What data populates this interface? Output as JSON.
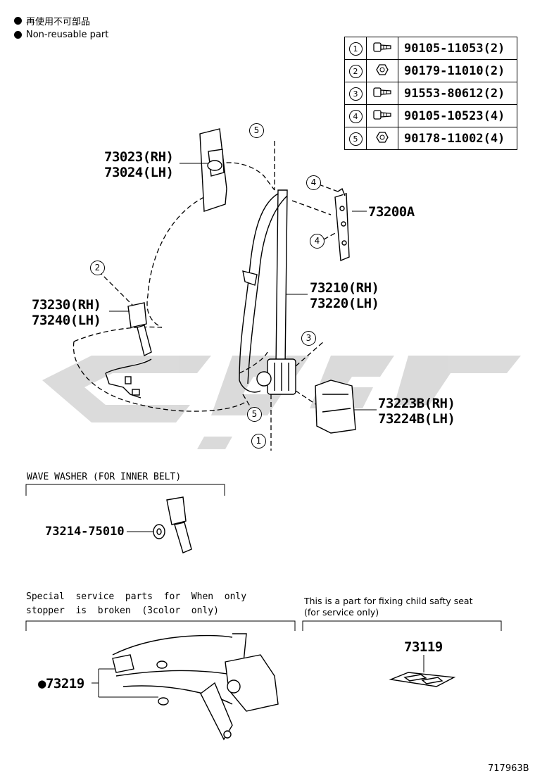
{
  "legend": {
    "line1": "再使用不可部品",
    "line2": "Non-reusable part"
  },
  "fasteners": [
    {
      "index": "1",
      "part_number": "90105-11053(2)",
      "icon": "bolt-icon"
    },
    {
      "index": "2",
      "part_number": "90179-11010(2)",
      "icon": "nut-icon"
    },
    {
      "index": "3",
      "part_number": "91553-80612(2)",
      "icon": "bolt-icon"
    },
    {
      "index": "4",
      "part_number": "90105-10523(4)",
      "icon": "bolt-icon"
    },
    {
      "index": "5",
      "part_number": "90178-11002(4)",
      "icon": "nut-icon"
    }
  ],
  "callouts": {
    "pillar_rh": "73023(RH)",
    "pillar_lh": "73024(LH)",
    "adjuster": "73200A",
    "buckle_rh": "73230(RH)",
    "buckle_lh": "73240(LH)",
    "belt_rh": "73210(RH)",
    "belt_lh": "73220(LH)",
    "cover_rh": "73223B(RH)",
    "cover_lh": "73224B(LH)",
    "ref_5_top": "5",
    "ref_4_top": "4",
    "ref_4_bottom": "4",
    "ref_2": "2",
    "ref_3": "3",
    "ref_5_bottom": "5",
    "ref_1": "1"
  },
  "wave_washer": {
    "title": "WAVE WASHER (FOR INNER BELT)",
    "part_number": "73214-75010"
  },
  "special_service": {
    "line1": "Special  service  parts  for  When  only",
    "line2": "stopper  is  broken  (3color  only)",
    "part_number": "●73219"
  },
  "child_seat": {
    "line1": "This is a part for fixing child safty seat",
    "line2": "(for service only)",
    "part_number": "73119"
  },
  "diagram_id": "717963B"
}
